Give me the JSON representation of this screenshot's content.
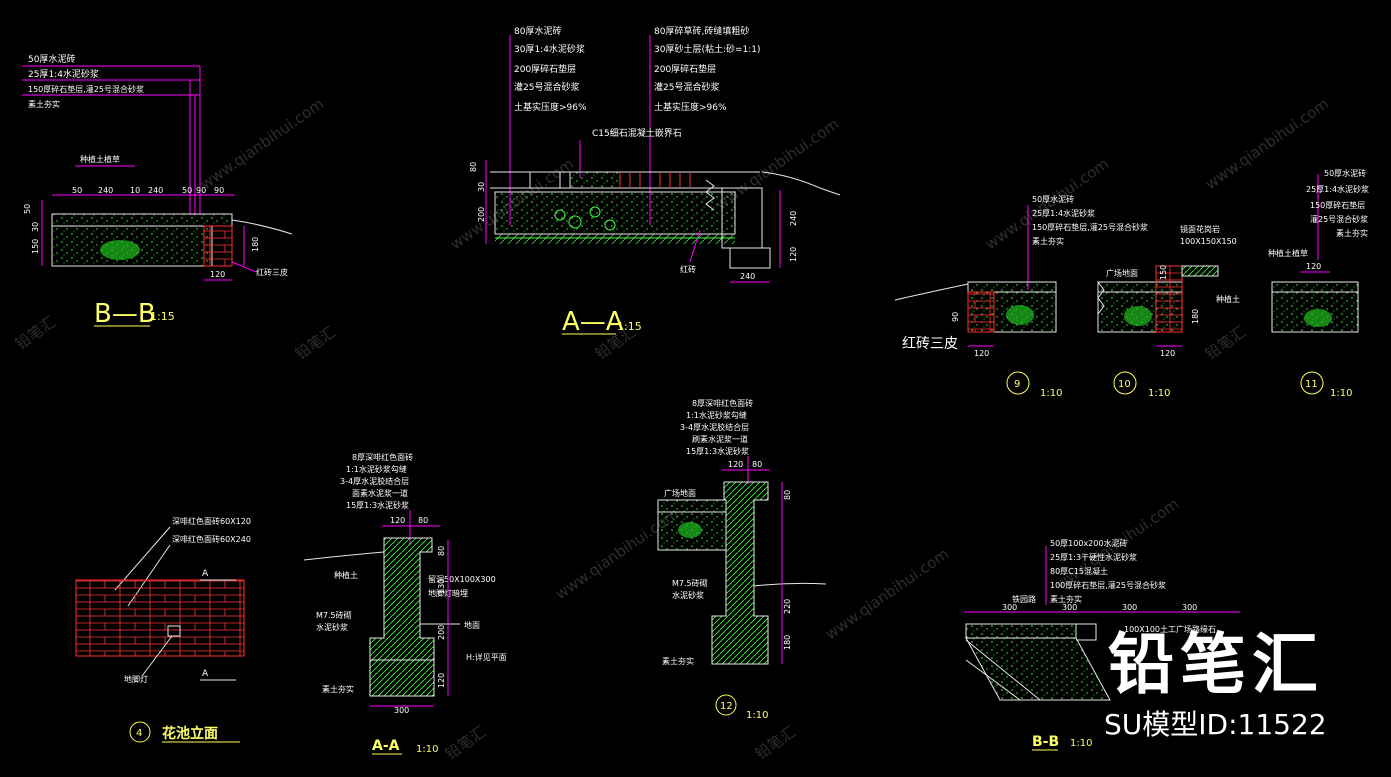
{
  "watermark": {
    "site": "www.qianbihui.com",
    "brand": "铅笔汇"
  },
  "branding": {
    "logo_text": "铅笔汇",
    "model_id": "SU模型ID:11522"
  },
  "drawings": {
    "bb_top": {
      "title": "B—B",
      "scale": "1:15",
      "notes": [
        "50厚水泥砖",
        "25厚1:4水泥砂浆",
        "150厚碎石垫层,灌25号混合砂浆",
        "素土夯实"
      ],
      "label_planting": "种植土植草",
      "label_brick": "红砖三皮",
      "dims_top": [
        "50",
        "240",
        "10",
        "240",
        "50",
        "90",
        "90"
      ],
      "dims_left": [
        "50",
        "30",
        "150"
      ],
      "dim_right": "180",
      "dim_bottom": "120"
    },
    "aa_top": {
      "title": "A—A",
      "scale": "1:15",
      "notes_left": [
        "80厚水泥砖",
        "30厚1:4水泥砂浆",
        "200厚碎石垫层",
        "灌25号混合砂浆",
        "土基实压度>96%"
      ],
      "notes_right": [
        "80厚碎草砖,砖缝填粗砂",
        "30厚砂土层(粘土:砂=1:1)",
        "200厚碎石垫层",
        "灌25号混合砂浆",
        "土基实压度>96%"
      ],
      "note_curb": "C15细石混凝土嵌界石",
      "label_brick": "红砖",
      "dims_left": [
        "80",
        "30",
        "200"
      ],
      "dims_right": [
        "240",
        "120"
      ],
      "dim_bottom": "240"
    },
    "det9": {
      "number": "9",
      "scale": "1:10",
      "notes": [
        "50厚水泥砖",
        "25厚1:4水泥砂浆",
        "150厚碎石垫层,灌25号混合砂浆",
        "素土夯实"
      ],
      "label_brick": "红砖三皮",
      "dims": [
        "120",
        "90"
      ]
    },
    "det10": {
      "number": "10",
      "scale": "1:10",
      "label_plaza": "广场地面",
      "label_stone": "镜面花岗岩",
      "label_stone_size": "100X150X150",
      "label_planting": "种植土",
      "dims": [
        "150",
        "180",
        "120"
      ]
    },
    "det11": {
      "number": "11",
      "scale": "1:10",
      "notes": [
        "50厚水泥砖",
        "25厚1:4水泥砂浆",
        "150厚碎石垫层",
        "灌25号混合砂浆",
        "素土夯实"
      ],
      "label_planting": "种植土植草",
      "dims": [
        "120"
      ]
    },
    "det4": {
      "number": "4",
      "title": "花池立面",
      "notes": [
        "深啡红色面砖60X120",
        "深啡红色面砖60X240"
      ],
      "label_light": "地脚灯",
      "section_mark": "A"
    },
    "aa_bottom": {
      "title": "A-A",
      "scale": "1:10",
      "notes": [
        "8厚深啡红色面砖",
        "1:1水泥砂浆勾缝",
        "3-4厚水泥胶结合层",
        "面素水泥浆一道",
        "15厚1:3水泥砂浆"
      ],
      "label_planting": "种植土",
      "label_pipe": "留洞50X100X300",
      "label_light": "地脚灯暗埋",
      "label_mortar1": "M7.5砖砌",
      "label_mortar2": "水泥砂浆",
      "label_ground": "地面",
      "label_h": "H:详见平面",
      "label_base": "素土夯实",
      "dims_top": [
        "120",
        "80"
      ],
      "dims_right": [
        "80",
        "130",
        "200",
        "120"
      ],
      "dim_bottom": "300"
    },
    "det12": {
      "number": "12",
      "scale": "1:10",
      "notes": [
        "8厚深啡红色面砖",
        "1:1水泥砂浆勾缝",
        "3-4厚水泥胶结合层",
        "刷素水泥浆一道",
        "15厚1:3水泥砂浆"
      ],
      "label_plaza": "广场地面",
      "label_mortar1": "M7.5砖砌",
      "label_mortar2": "水泥砂浆",
      "label_base": "素土夯实",
      "dims_top": [
        "120",
        "80"
      ],
      "dims_right": [
        "80",
        "220",
        "180"
      ]
    },
    "bb_bottom": {
      "title": "B-B",
      "scale": "1:10",
      "notes": [
        "50厚100x200水泥砖",
        "25厚1:3干硬性水泥砂浆",
        "80厚C15混凝土",
        "100厚碎石垫层,灌25号混合砂浆",
        "素土夯实"
      ],
      "label_road": "铁园路",
      "label_curb": "100X100土工广场路缘石",
      "dims": [
        "300",
        "300",
        "300",
        "300"
      ]
    }
  }
}
